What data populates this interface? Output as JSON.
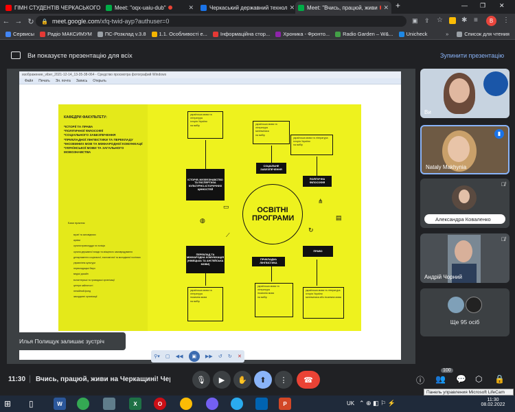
{
  "browser": {
    "tabs": [
      {
        "title": "ГІМН СТУДЕНТІВ ЧЕРКАСЬКОГО",
        "color": "#ff0000"
      },
      {
        "title": "Meet: \"oqx-uaiu-dub\"",
        "color": "#00ac47"
      },
      {
        "title": "Черкаський державний технол",
        "color": "#1a73e8"
      },
      {
        "title": "Meet: \"Вчись, працюй, живи",
        "color": "#00ac47"
      }
    ],
    "new_tab": "+",
    "url_host": "meet.google.com",
    "url_path": "/xfq-twid-ayp?authuser=0",
    "profile": "В",
    "bookmarks": [
      {
        "label": "Сервисы",
        "color": "#4285f4"
      },
      {
        "label": "Радіо МАКСИМУМ",
        "color": "#e53935"
      },
      {
        "label": "ПС-Розклад v.3.8",
        "color": "#9aa0a6"
      },
      {
        "label": "1.1. Особливості е...",
        "color": "#f4b400"
      },
      {
        "label": "Інформаційна стор...",
        "color": "#e53935"
      },
      {
        "label": "Хроника - Фронто...",
        "color": "#8e24aa"
      },
      {
        "label": "Radio Garden – W&...",
        "color": "#43a047"
      },
      {
        "label": "Unicheck",
        "color": "#1e88e5"
      }
    ],
    "reading_list": "Список для чтения"
  },
  "meet": {
    "presenting_text": "Ви показуєте презентацію для всіх",
    "stop_presenting": "Зупинити презентацію",
    "time": "11:30",
    "meeting_title": "Вчись, працюй, живи на Черкащині! Черк...",
    "toast": "Илья Полищук залишає зустріч",
    "people_count": "100",
    "tooltip": "Панель управления Microsoft LifeCam",
    "participants": [
      {
        "name": "Ви"
      },
      {
        "name": "Nataly Makhynia"
      },
      {
        "name": "Александра Коваленко"
      },
      {
        "name": "Андрій Чорний"
      }
    ],
    "more_people": "Ще 95 осіб"
  },
  "viewer": {
    "title": "изображение_viber_2021-12-14_13-35-38-064 - Средство просмотра фотографий Windows",
    "menu": [
      "Файл",
      "Печать",
      "Эл. почта",
      "Запись",
      "Открыть"
    ]
  },
  "poster": {
    "left_heading": "КАФЕДРИ ФАКУЛЬТЕТУ:",
    "departments": [
      "*ІСТОРІЇ ТА ПРАВА",
      "*ПОЛІТИЧНОЇ ФІЛОСОФІЇ",
      "*СОЦІАЛЬНОГО ЗАБЕЗПЕЧЕННЯ",
      "*ПРИКЛАДНОЇ ЛІНГВІСТИКИ ТА ПЕРЕКЛАДУ",
      "*ІНОЗЕМНИХ МОВ ТА МІЖНАРОДНОЇ КОМУНІКАЦІЇ",
      "*УКРАЇНСЬКОЇ МОВИ ТА ЗАГАЛЬНОГО МОВОЗНАВСТВА"
    ],
    "practice_heading": "Бази практик:",
    "practice": [
      "музеї та заповідники",
      "архіви",
      "органи правосуддя та поліція",
      "органи державної влади та місцевого самоврядування",
      "департаменти соціальної, економічної та молодіжної політики",
      "управління культури",
      "перекладацькі бюро",
      "медіа/ дизайн",
      "волонтерські та громадські організації",
      "центри зайнятості",
      "пенсійний фонд",
      "закордонні організації"
    ],
    "center": "ОСВІТНІ ПРОГРАМИ",
    "programs": [
      {
        "label": "ІСТОРІЯ, МУЗЕЄЗНАВСТВО ТА ЕКСПЕРТИЗА КУЛЬТУРНО-ІСТОРИЧНИХ ЦІННОСТЕЙ",
        "items": [
          "українська мова та література",
          "історія України",
          "на вибір"
        ]
      },
      {
        "label": "СОЦІАЛЬНЕ ЗАБЕЗПЕЧЕННЯ",
        "items": [
          "українська мова та література",
          "математика",
          "на вибір"
        ]
      },
      {
        "label": "ПОЛІТИЧНА ФІЛОСОФІЯ",
        "items": [
          "українська мова та література",
          "історія України",
          "на вибір"
        ]
      },
      {
        "label": "ПЕРЕКЛАД ТА МІЖНАРОДНА КОМУНІКАЦІЯ (НІМЕЦЬКА ТА АНГЛІЙСЬКА МОВИ)",
        "items": [
          "українська мова та література",
          "іноземна мова",
          "на вибір"
        ]
      },
      {
        "label": "ПРИКЛАДНА ЛІНГВІСТИКА",
        "items": [
          "українська мова та література",
          "іноземна мова",
          "на вибір"
        ]
      },
      {
        "label": "ПРАВО",
        "items": [
          "українська мова та література",
          "історія України",
          "математика або іноземна мова"
        ]
      }
    ]
  },
  "taskbar": {
    "lang": "UK",
    "time": "11:30",
    "date": "08.02.2022",
    "apps": [
      {
        "name": "word",
        "label": "W",
        "color": "#2b579a"
      },
      {
        "name": "chrome-2",
        "label": "",
        "color": "#34a853"
      },
      {
        "name": "calc",
        "label": "",
        "color": "#607d8b"
      },
      {
        "name": "excel",
        "label": "X",
        "color": "#1e7145"
      },
      {
        "name": "opera",
        "label": "O",
        "color": "#cc0f16"
      },
      {
        "name": "chrome",
        "label": "",
        "color": "#fbbc05"
      },
      {
        "name": "viber",
        "label": "",
        "color": "#7360f2"
      },
      {
        "name": "telegram",
        "label": "",
        "color": "#2aabee"
      },
      {
        "name": "photos",
        "label": "",
        "color": "#0063b1"
      },
      {
        "name": "powerpoint",
        "label": "P",
        "color": "#d24726"
      }
    ]
  }
}
